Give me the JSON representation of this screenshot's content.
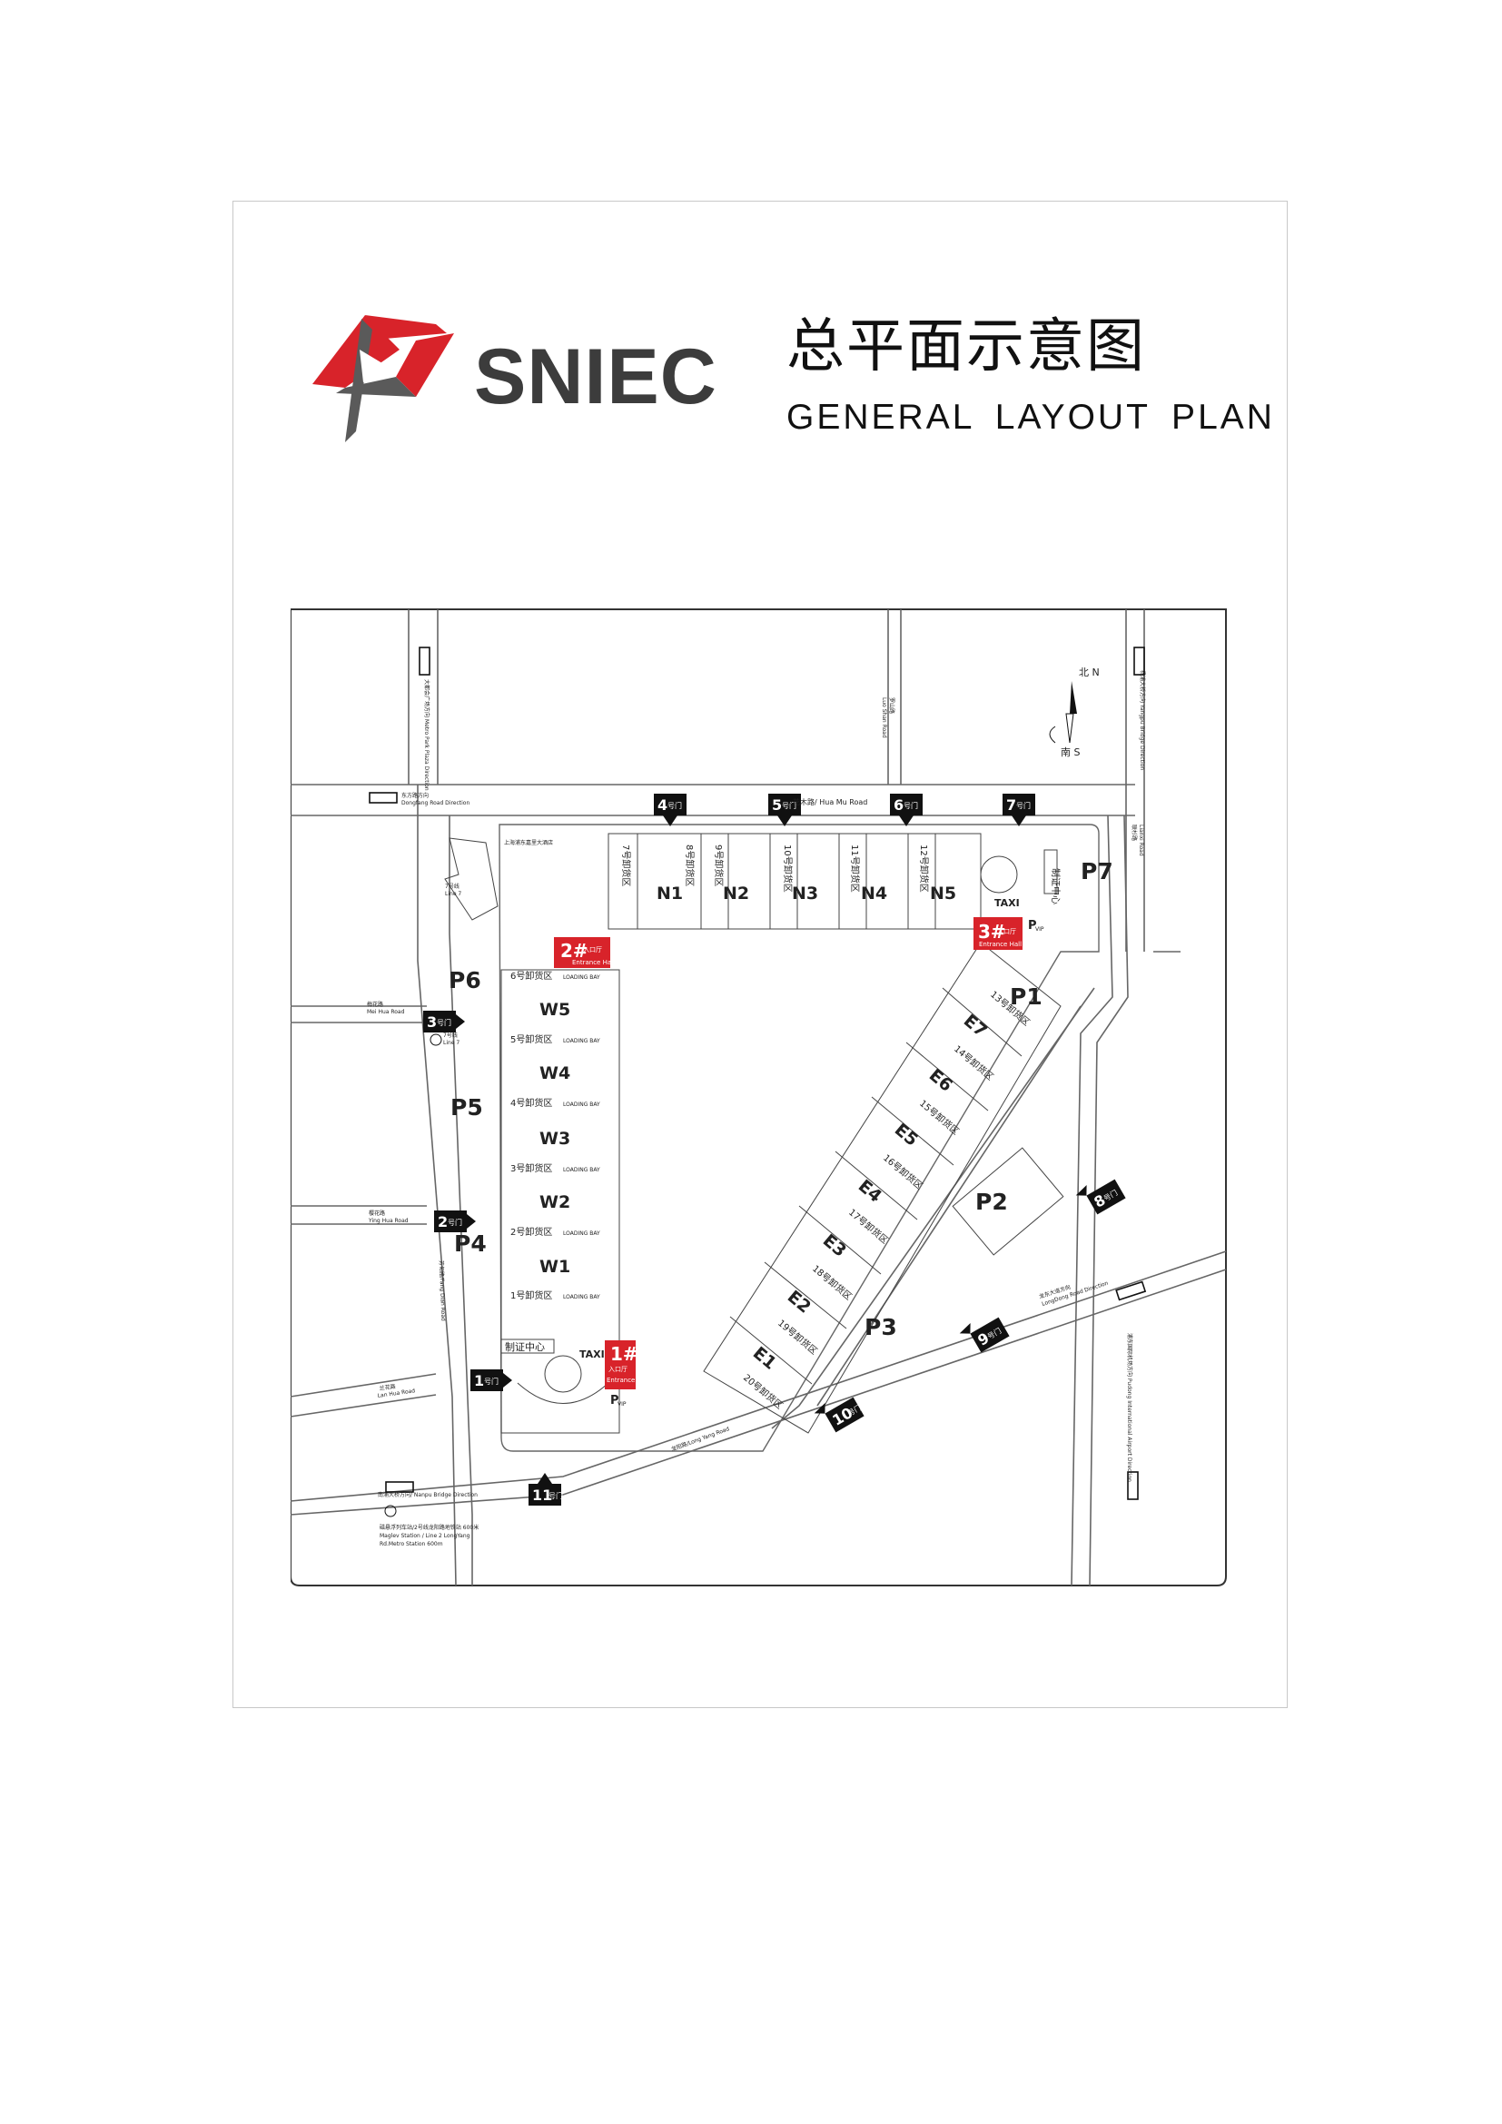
{
  "header": {
    "brand": "SNIEC",
    "title_cn": "总平面示意图",
    "title_en": "GENERAL LAYOUT PLAN"
  },
  "colors": {
    "brand_red": "#d8232a",
    "brand_gray": "#5a5a5a",
    "road_line": "#555555",
    "gate_fill": "#111111",
    "entrance_fill": "#d8232a"
  },
  "compass": {
    "north": "北 N",
    "south": "南 S"
  },
  "roads": {
    "hua_mu": "花木路/ Hua Mu Road",
    "mei_hua": [
      "梅花路",
      "Mei Hua Road"
    ],
    "ying_hua": [
      "樱花路",
      "Ying Hua Road"
    ],
    "lan_hua": [
      "兰花路",
      "Lan Hua Road"
    ],
    "fang_dian": "芳甸路/Fang Dian Road",
    "long_yang": "龙阳路/Long Yang Road",
    "luoshan": [
      "罗山路",
      "Luo Shan Road"
    ],
    "lianxi": [
      "联杉路",
      "Lianxi Road"
    ],
    "dongfang_dir": [
      "东方路方向",
      "Dongfang Road Direction"
    ],
    "metro_park_dir": "大都会广场方向 Metro Park Plaza Direction",
    "yangpu_dir": "杨浦大桥方向 Yangpu Bridge Direction",
    "nanpu_dir": "南浦大桥方向/ Nanpu Bridge Direction",
    "longdong_dir": [
      "龙东大道方向",
      "LongDong Road Direction"
    ],
    "pudong_airport_dir": "浦东国际机场方向 Pudong International Airport Direction"
  },
  "metro": {
    "line7_north": [
      "7号线",
      "Line 7"
    ],
    "line7_west": [
      "7号线",
      "Line 7"
    ],
    "maglev": [
      "磁悬浮列车站/2号线龙阳路地铁站 600米",
      "Maglev Station / Line 2 LongYang",
      "Rd.Metro Station 600m"
    ]
  },
  "kerry_hotel": "上海浦东嘉里大酒店",
  "halls": {
    "north": [
      "N1",
      "N2",
      "N3",
      "N4",
      "N5"
    ],
    "west": [
      "W5",
      "W4",
      "W3",
      "W2",
      "W1"
    ],
    "east": [
      "E7",
      "E6",
      "E5",
      "E4",
      "E3",
      "E2",
      "E1"
    ]
  },
  "loading_bays": {
    "north": [
      "7号卸货区",
      "8号卸货区",
      "9号卸货区",
      "10号卸货区",
      "11号卸货区",
      "12号卸货区"
    ],
    "west": [
      "6号卸货区",
      "5号卸货区",
      "4号卸货区",
      "3号卸货区",
      "2号卸货区",
      "1号卸货区"
    ],
    "east": [
      "13号卸货区",
      "14号卸货区",
      "15号卸货区",
      "16号卸货区",
      "17号卸货区",
      "18号卸货区",
      "19号卸货区",
      "20号卸货区"
    ],
    "caption": "LOADING BAY"
  },
  "parking": [
    "P1",
    "P2",
    "P3",
    "P4",
    "P5",
    "P6",
    "P7"
  ],
  "gates": {
    "suffix": "号门",
    "numbers": [
      "1",
      "2",
      "3",
      "4",
      "5",
      "6",
      "7",
      "8",
      "9",
      "10",
      "11"
    ]
  },
  "entrances": {
    "e1": {
      "num": "1#",
      "cn": "入口厅",
      "en": "Entrance Hall"
    },
    "e2": {
      "num": "2#",
      "cn": "入口厅",
      "en": "Entrance Hall"
    },
    "e3": {
      "num": "3#",
      "cn": "入口厅",
      "en": "Entrance Hall"
    }
  },
  "labels": {
    "taxi": "TAXI",
    "vip": "P",
    "vip_sub": "VIP",
    "permit_center": "制证中心"
  }
}
